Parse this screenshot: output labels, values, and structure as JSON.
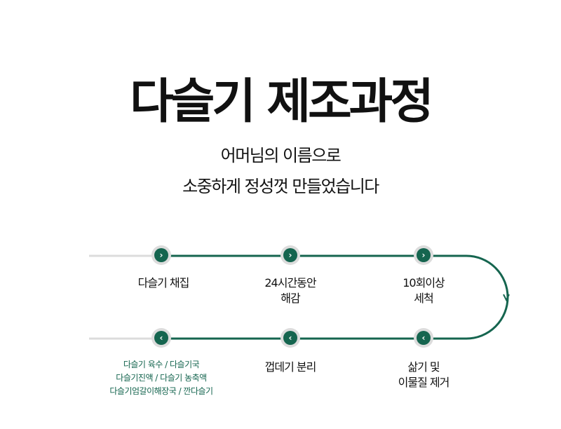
{
  "title": "다슬기 제조과정",
  "subtitle_line1": "어머님의 이름으로",
  "subtitle_line2": "소중하게 정성껏 만들었습니다",
  "colors": {
    "accent": "#15654f",
    "track": "#dcdcdc"
  },
  "steps_top": [
    {
      "icon": "chevron-right-icon",
      "lines": [
        "다슬기 채집"
      ]
    },
    {
      "icon": "chevron-right-icon",
      "lines": [
        "24시간동안",
        "해감"
      ]
    },
    {
      "icon": "chevron-right-icon",
      "lines": [
        "10회이상",
        "세척"
      ]
    }
  ],
  "steps_bottom": [
    {
      "icon": "chevron-left-icon",
      "lines": [
        "삶기 및",
        "이물질 제거"
      ]
    },
    {
      "icon": "chevron-left-icon",
      "lines": [
        "껍데기 분리"
      ]
    },
    {
      "icon": "chevron-left-icon",
      "lines": [
        "다슬기 육수 / 다슬기국",
        "다슬기진액 / 다슬기 농축액",
        "다슬기엄갈이해장국 / 깐다슬기"
      ]
    }
  ]
}
